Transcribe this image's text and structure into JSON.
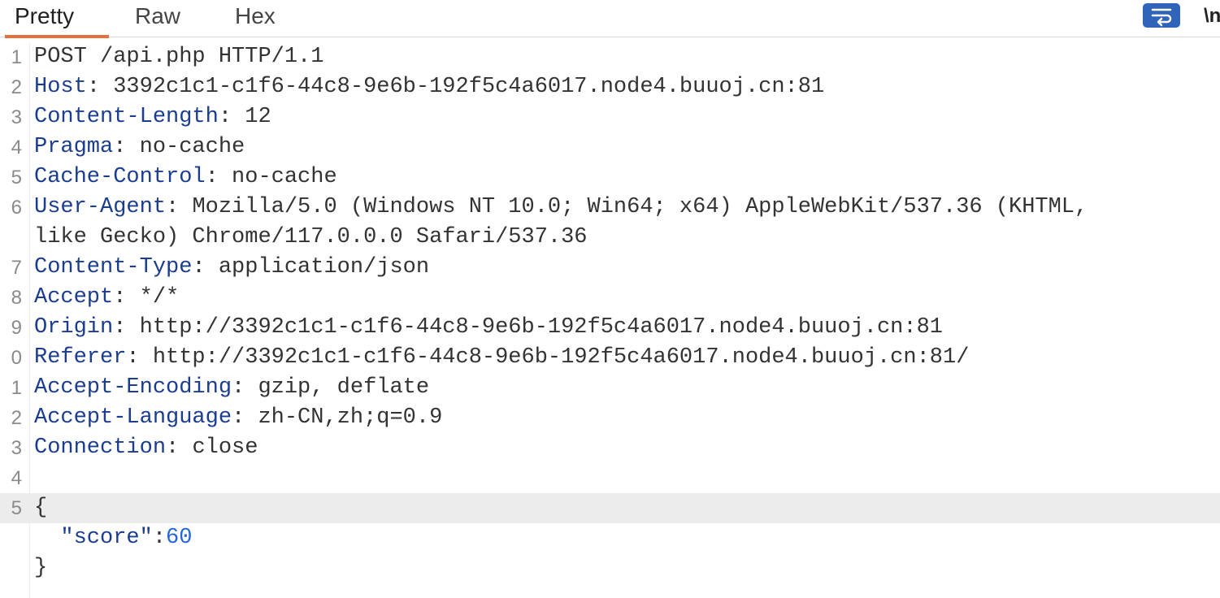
{
  "tabs": {
    "pretty": "Pretty",
    "raw": "Raw",
    "hex": "Hex"
  },
  "toolbar": {
    "wrap_icon": "wrap-lines-icon",
    "more_glyph": "\\n"
  },
  "request": {
    "request_line": "POST /api.php HTTP/1.1",
    "headers": [
      {
        "name": "Host",
        "value": "3392c1c1-c1f6-44c8-9e6b-192f5c4a6017.node4.buuoj.cn:81"
      },
      {
        "name": "Content-Length",
        "value": "12"
      },
      {
        "name": "Pragma",
        "value": "no-cache"
      },
      {
        "name": "Cache-Control",
        "value": "no-cache"
      },
      {
        "name": "User-Agent",
        "value": "Mozilla/5.0 (Windows NT 10.0; Win64; x64) AppleWebKit/537.36 (KHTML,",
        "continuation": "like Gecko) Chrome/117.0.0.0 Safari/537.36"
      },
      {
        "name": "Content-Type",
        "value": "application/json"
      },
      {
        "name": "Accept",
        "value": "*/*"
      },
      {
        "name": "Origin",
        "value": "http://3392c1c1-c1f6-44c8-9e6b-192f5c4a6017.node4.buuoj.cn:81"
      },
      {
        "name": "Referer",
        "value": "http://3392c1c1-c1f6-44c8-9e6b-192f5c4a6017.node4.buuoj.cn:81/"
      },
      {
        "name": "Accept-Encoding",
        "value": "gzip, deflate"
      },
      {
        "name": "Accept-Language",
        "value": "zh-CN,zh;q=0.9"
      },
      {
        "name": "Connection",
        "value": "close"
      }
    ],
    "body": {
      "open": "{",
      "key": "\"score\"",
      "colon": ":",
      "value": "60",
      "close": "}"
    }
  },
  "line_numbers": [
    "1",
    "2",
    "3",
    "4",
    "5",
    "6",
    "7",
    "8",
    "9",
    "0",
    "1",
    "2",
    "3",
    "4",
    "5"
  ],
  "header_separator": ": "
}
